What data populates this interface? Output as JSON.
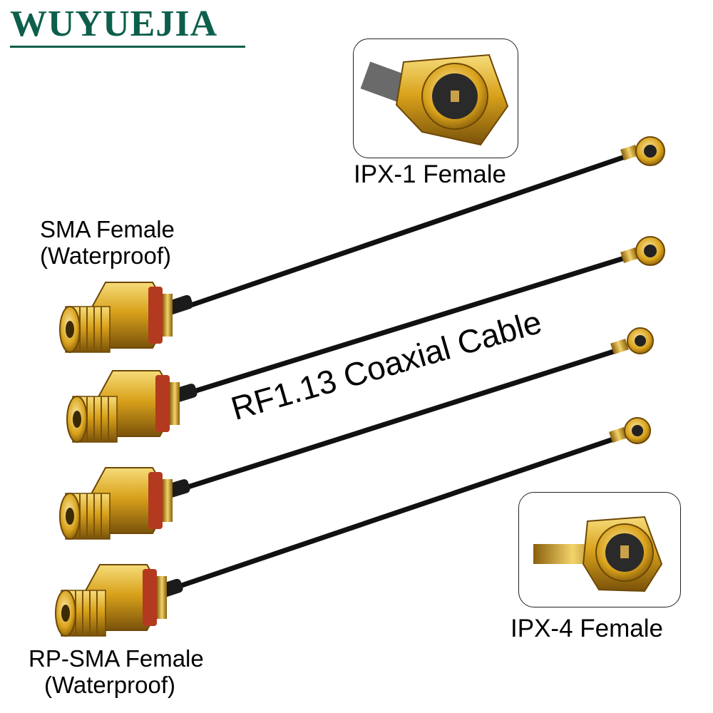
{
  "brand": {
    "name": "WUYUEJIA",
    "color": "#0d5f4c"
  },
  "labels": {
    "ipx1": "IPX-1 Female",
    "sma_line1": "SMA Female",
    "sma_line2": "(Waterproof)",
    "cable": "RF1.13 Coaxial Cable",
    "ipx4": "IPX-4 Female",
    "rpsma_line1": "RP-SMA Female",
    "rpsma_line2": "(Waterproof)"
  },
  "colors": {
    "gold": "#d9a21b",
    "gold_light": "#f3d36a",
    "gold_dark": "#8a5e0a",
    "cable": "#111111",
    "seal": "#b33a1f"
  }
}
